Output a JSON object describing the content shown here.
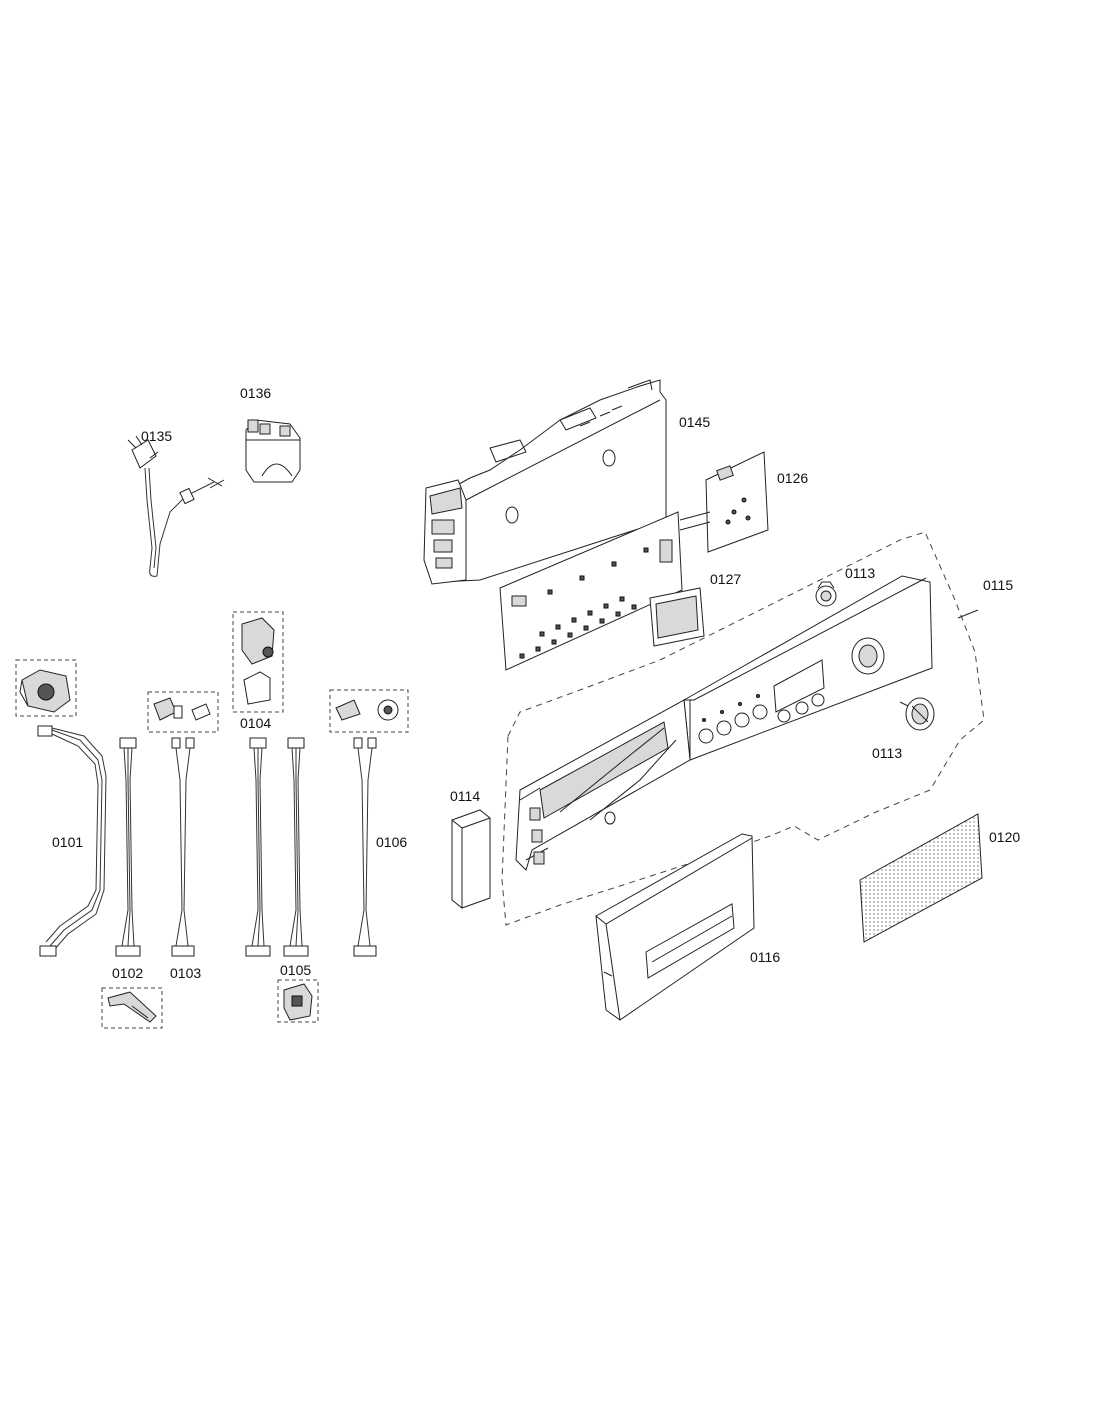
{
  "labels": {
    "l0135": "0135",
    "l0136": "0136",
    "l0145": "0145",
    "l0126": "0126",
    "l0127": "0127",
    "l0113a": "0113",
    "l0115": "0115",
    "l0113b": "0113",
    "l0114": "0114",
    "l0120": "0120",
    "l0116": "0116",
    "l0101": "0101",
    "l0102": "0102",
    "l0103": "0103",
    "l0104": "0104",
    "l0105": "0105",
    "l0106": "0106"
  }
}
